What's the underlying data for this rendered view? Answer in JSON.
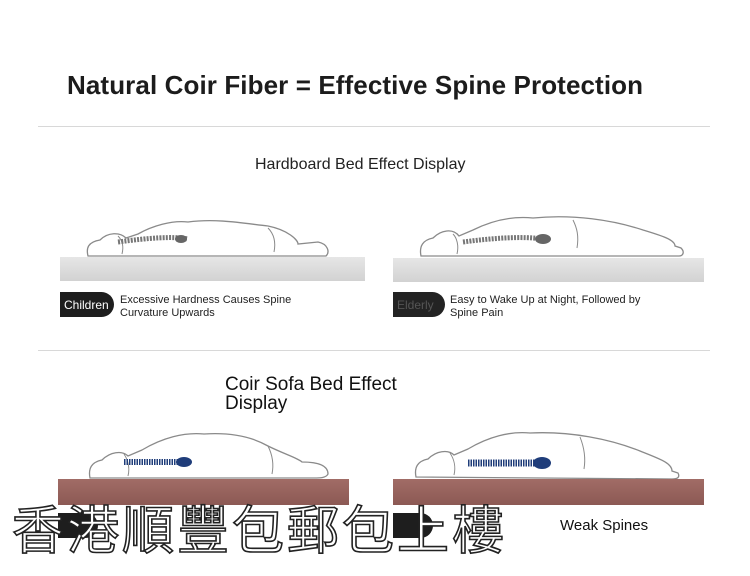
{
  "header": {
    "title": "Natural Coir Fiber = Effective Spine Protection"
  },
  "hardboard_section": {
    "title": "Hardboard Bed Effect Display",
    "panels": [
      {
        "tag": "Children",
        "description": "Excessive Hardness Causes Spine Curvature Upwards"
      },
      {
        "tag": "Elderly",
        "description": "Easy to Wake Up at Night, Followed by Spine Pain"
      }
    ]
  },
  "coir_section": {
    "title": "Coir Sofa Bed Effect Display",
    "right_caption": "Weak Spines"
  },
  "watermark": {
    "text": "香港順豐包郵包上樓"
  },
  "colors": {
    "board_gray": "#dcdcdc",
    "board_coir": "#96625d",
    "spine_gray": "#777777",
    "spine_blue": "#1f3d7a",
    "pill": "#1e1e1e"
  }
}
